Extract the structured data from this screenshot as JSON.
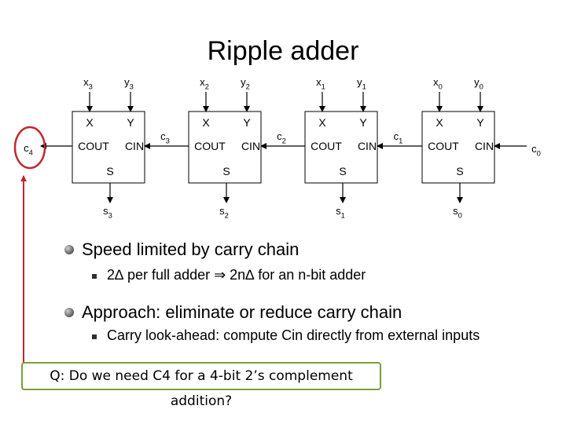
{
  "slide": {
    "title": "Ripple adder",
    "question": "Q: Do we need C4 for a 4-bit 2’s complement addition?"
  },
  "adders": [
    {
      "x": "x",
      "x_sub": "3",
      "y": "y",
      "y_sub": "3",
      "s": "s",
      "s_sub": "3"
    },
    {
      "x": "x",
      "x_sub": "2",
      "y": "y",
      "y_sub": "2",
      "s": "s",
      "s_sub": "2"
    },
    {
      "x": "x",
      "x_sub": "1",
      "y": "y",
      "y_sub": "1",
      "s": "s",
      "s_sub": "1"
    },
    {
      "x": "x",
      "x_sub": "0",
      "y": "y",
      "y_sub": "0",
      "s": "s",
      "s_sub": "0"
    }
  ],
  "box_labels": {
    "x": "X",
    "y": "Y",
    "cout": "COUT",
    "cin": "CIN",
    "s": "S"
  },
  "carries": [
    {
      "name": "c",
      "sub": "4"
    },
    {
      "name": "c",
      "sub": "3"
    },
    {
      "name": "c",
      "sub": "2"
    },
    {
      "name": "c",
      "sub": "1"
    },
    {
      "name": "c",
      "sub": "0"
    }
  ],
  "bullets": [
    {
      "text": "Speed limited by carry chain",
      "sub": [
        {
          "text": "2∆ per full adder ⇒ 2n∆ for an n-bit adder"
        }
      ]
    },
    {
      "text": "Approach: eliminate or reduce carry chain",
      "sub": [
        {
          "text": "Carry look-ahead: compute Cin directly from external inputs"
        }
      ]
    }
  ],
  "colors": {
    "circle": "#c0282f",
    "arrow": "#c0282f",
    "box_border": "#7aa03a"
  }
}
